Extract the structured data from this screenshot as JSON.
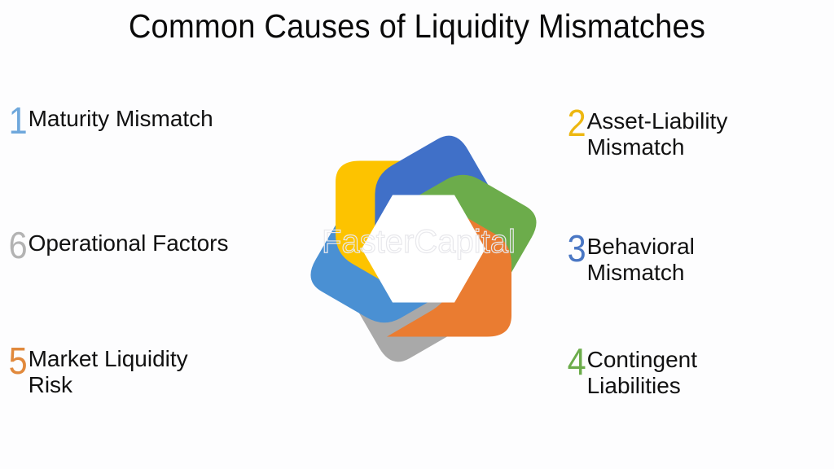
{
  "slide": {
    "title": "Common Causes of Liquidity Mismatches",
    "background_color": "#fdfdfe"
  },
  "watermark": {
    "text": "FasterCapital",
    "color": "#e8e8ec"
  },
  "items": [
    {
      "number": "1",
      "number_color": "#6fa8dc",
      "lines": [
        "Maturity Mismatch"
      ],
      "side": "left"
    },
    {
      "number": "2",
      "number_color": "#edb711",
      "lines": [
        "Asset-Liability",
        "Mismatch"
      ],
      "side": "right"
    },
    {
      "number": "3",
      "number_color": "#4a77c4",
      "lines": [
        "Behavioral",
        "Mismatch"
      ],
      "side": "right"
    },
    {
      "number": "4",
      "number_color": "#6cac4b",
      "lines": [
        "Contingent",
        "Liabilities"
      ],
      "side": "right"
    },
    {
      "number": "5",
      "number_color": "#e1893c",
      "lines": [
        "Market Liquidity",
        "Risk"
      ],
      "side": "left"
    },
    {
      "number": "6",
      "number_color": "#b3b3b3",
      "lines": [
        "Operational Factors"
      ],
      "side": "left"
    }
  ],
  "hexagon": {
    "name": "pinwheel-hexagon-diagram",
    "segments": [
      {
        "name": "top-left-arm",
        "color": "#4a90d3",
        "item_number": "1"
      },
      {
        "name": "top-right-arm",
        "color": "#fdc300",
        "item_number": "2"
      },
      {
        "name": "right-arm",
        "color": "#4070c8",
        "item_number": "3"
      },
      {
        "name": "bottom-right-arm",
        "color": "#6cac4b",
        "item_number": "4"
      },
      {
        "name": "bottom-left-arm",
        "color": "#ea7c31",
        "item_number": "5"
      },
      {
        "name": "left-arm",
        "color": "#a9a9a9",
        "item_number": "6"
      }
    ],
    "center_color": "#ffffff"
  }
}
